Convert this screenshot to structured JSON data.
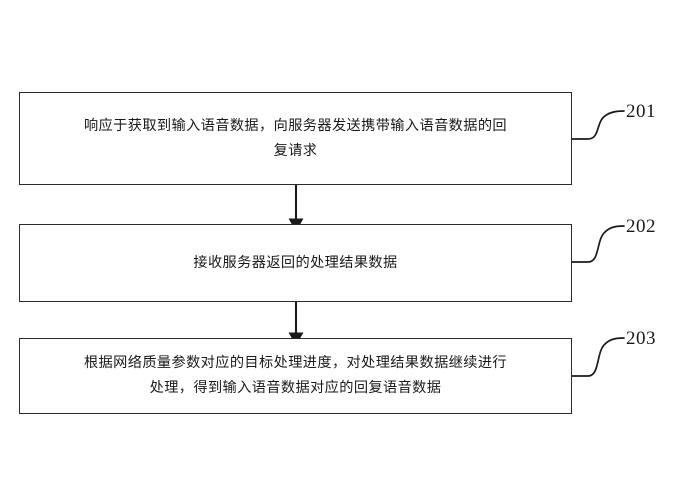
{
  "diagram": {
    "type": "flowchart",
    "orientation": "vertical",
    "background_color": "#ffffff",
    "line_color": "#2b2b2b",
    "text_color": "#1a1a1a",
    "steps": [
      {
        "id": "201",
        "label": "201",
        "text": "响应于获取到输入语音数据，向服务器发送携带输入语音数据的回\n复请求",
        "lines": [
          "响应于获取到输入语音数据，向服务器发送携带输入语音数据的回",
          "复请求"
        ]
      },
      {
        "id": "202",
        "label": "202",
        "text": "接收服务器返回的处理结果数据",
        "lines": [
          "接收服务器返回的处理结果数据"
        ]
      },
      {
        "id": "203",
        "label": "203",
        "text": "根据网络质量参数对应的目标处理进度，对处理结果数据继续进行\n处理，得到输入语音数据对应的回复语音数据",
        "lines": [
          "根据网络质量参数对应的目标处理进度，对处理结果数据继续进行",
          "处理，得到输入语音数据对应的回复语音数据"
        ]
      }
    ],
    "connectors": [
      {
        "from": "201",
        "to": "202",
        "arrow": "down"
      },
      {
        "from": "202",
        "to": "203",
        "arrow": "down"
      }
    ]
  }
}
